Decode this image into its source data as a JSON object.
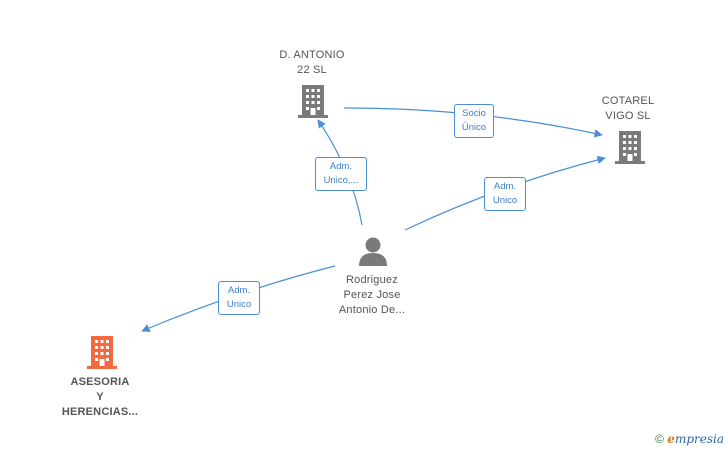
{
  "nodes": {
    "d_antonio": {
      "label": "D.  ANTONIO\n22  SL",
      "type": "company"
    },
    "cotarel": {
      "label": "COTAREL\nVIGO  SL",
      "type": "company"
    },
    "person": {
      "label": "Rodriguez\nPerez Jose\nAntonio De...",
      "type": "person"
    },
    "asesoria": {
      "label": "ASESORIA\nY\nHERENCIAS...",
      "type": "company-highlight"
    }
  },
  "edges": {
    "socio_unico": "Socio\nÚnico",
    "adm_unico_trunc": "Adm.\nUnico,...",
    "adm_unico_cotarel": "Adm.\nUnico",
    "adm_unico_asesoria": "Adm.\nUnico"
  },
  "colors": {
    "edge": "#4a8fd6",
    "company_icon": "#7a7a7a",
    "company_highlight_icon": "#f26a3d",
    "person_icon": "#7a7a7a"
  },
  "footer": {
    "copyright_symbol": "©",
    "brand_e": "e",
    "brand_rest": "mpresia"
  }
}
